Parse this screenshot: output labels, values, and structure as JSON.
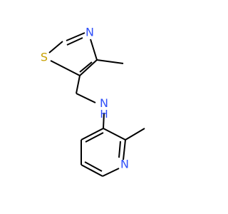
{
  "diagram": {
    "type": "skeletal-formula",
    "atoms": [
      {
        "id": "N-thiazole",
        "symbol": "N",
        "color": "#3050F8"
      },
      {
        "id": "S-thiazole",
        "symbol": "S",
        "color": "#C8A000"
      },
      {
        "id": "N-amine",
        "symbol": "NH",
        "color": "#3050F8"
      },
      {
        "id": "N-pyridine",
        "symbol": "N",
        "color": "#3050F8"
      }
    ],
    "bond_color": "#000000"
  }
}
